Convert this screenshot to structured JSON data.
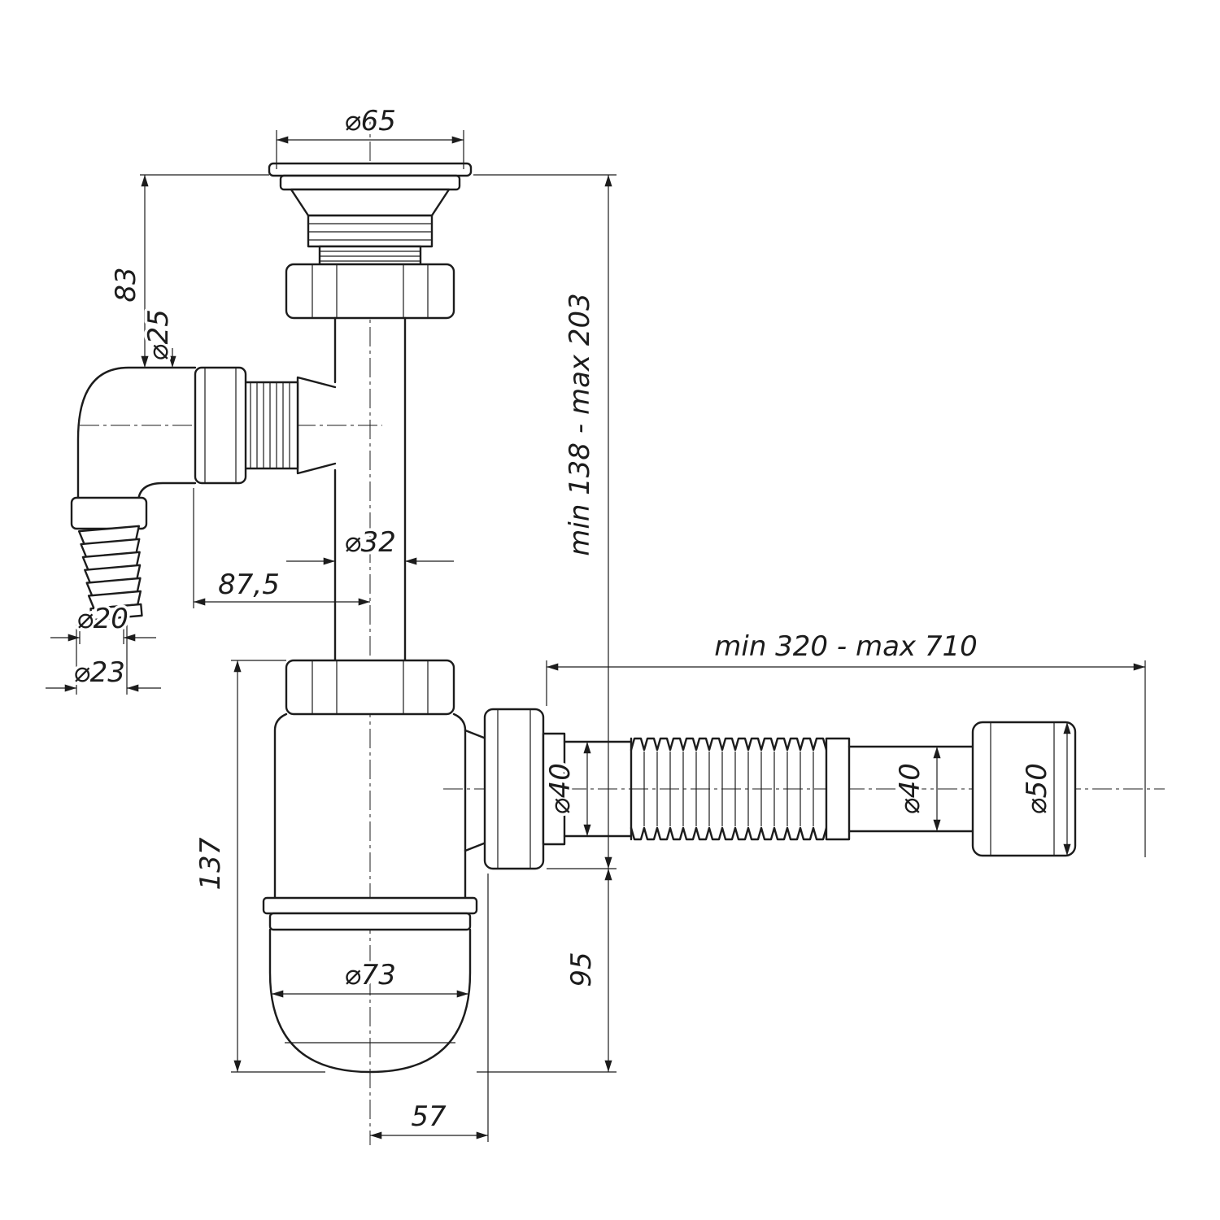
{
  "colors": {
    "line": "#1c1c1c",
    "background": "#ffffff"
  },
  "drawing": {
    "dimensions": {
      "top_flange_diameter": "⌀65",
      "flange_to_branch_height": "83",
      "branch_nut_diameter": "⌀25",
      "pipe_diameter": "⌀32",
      "branch_offset": "87,5",
      "hose_barb_inner": "⌀20",
      "hose_barb_outer": "⌀23",
      "height_range": "min 138 - max 203",
      "outlet_length_range": "min 320 - max 710",
      "outlet_diameter_1": "⌀40",
      "outlet_diameter_2": "⌀40",
      "outlet_end_diameter": "⌀50",
      "outlet_drop": "95",
      "trap_height": "137",
      "cup_diameter": "⌀73",
      "outlet_offset": "57"
    }
  }
}
